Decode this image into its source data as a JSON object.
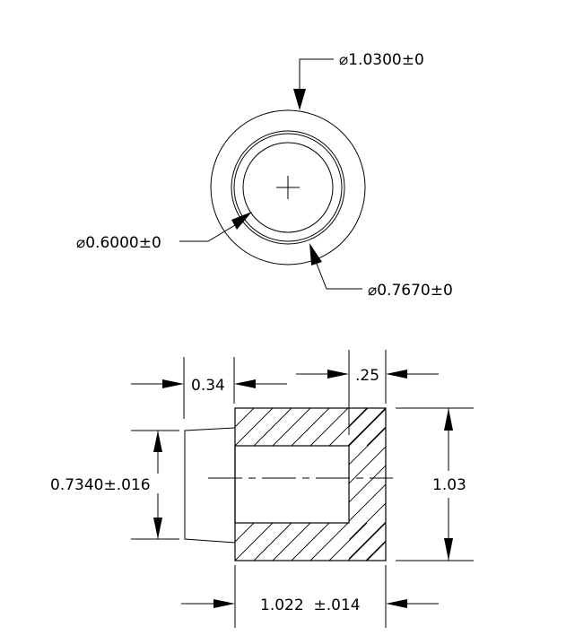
{
  "top_view": {
    "outer_diameter": "⌀1.0300±0",
    "inner_diameter": "⌀0.6000±0",
    "mid_diameter": "⌀0.7670±0"
  },
  "section_view": {
    "shoulder_width": "0.34",
    "counterbore_depth": ".25",
    "bore_diameter": "0.7340±.016",
    "overall_height": "1.03",
    "overall_width": "1.022  ±.014"
  }
}
